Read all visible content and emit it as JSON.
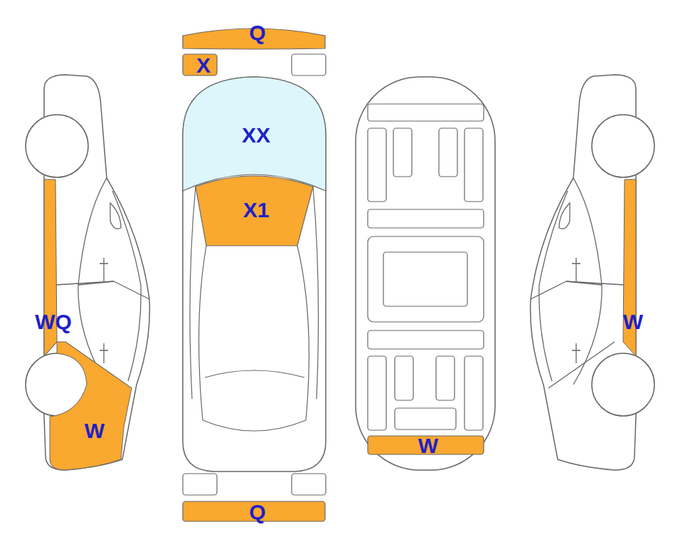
{
  "diagram": {
    "labels": [
      "Q",
      "X",
      "XX",
      "X1",
      "WQ",
      "W",
      "W",
      "W",
      "Q"
    ]
  }
}
